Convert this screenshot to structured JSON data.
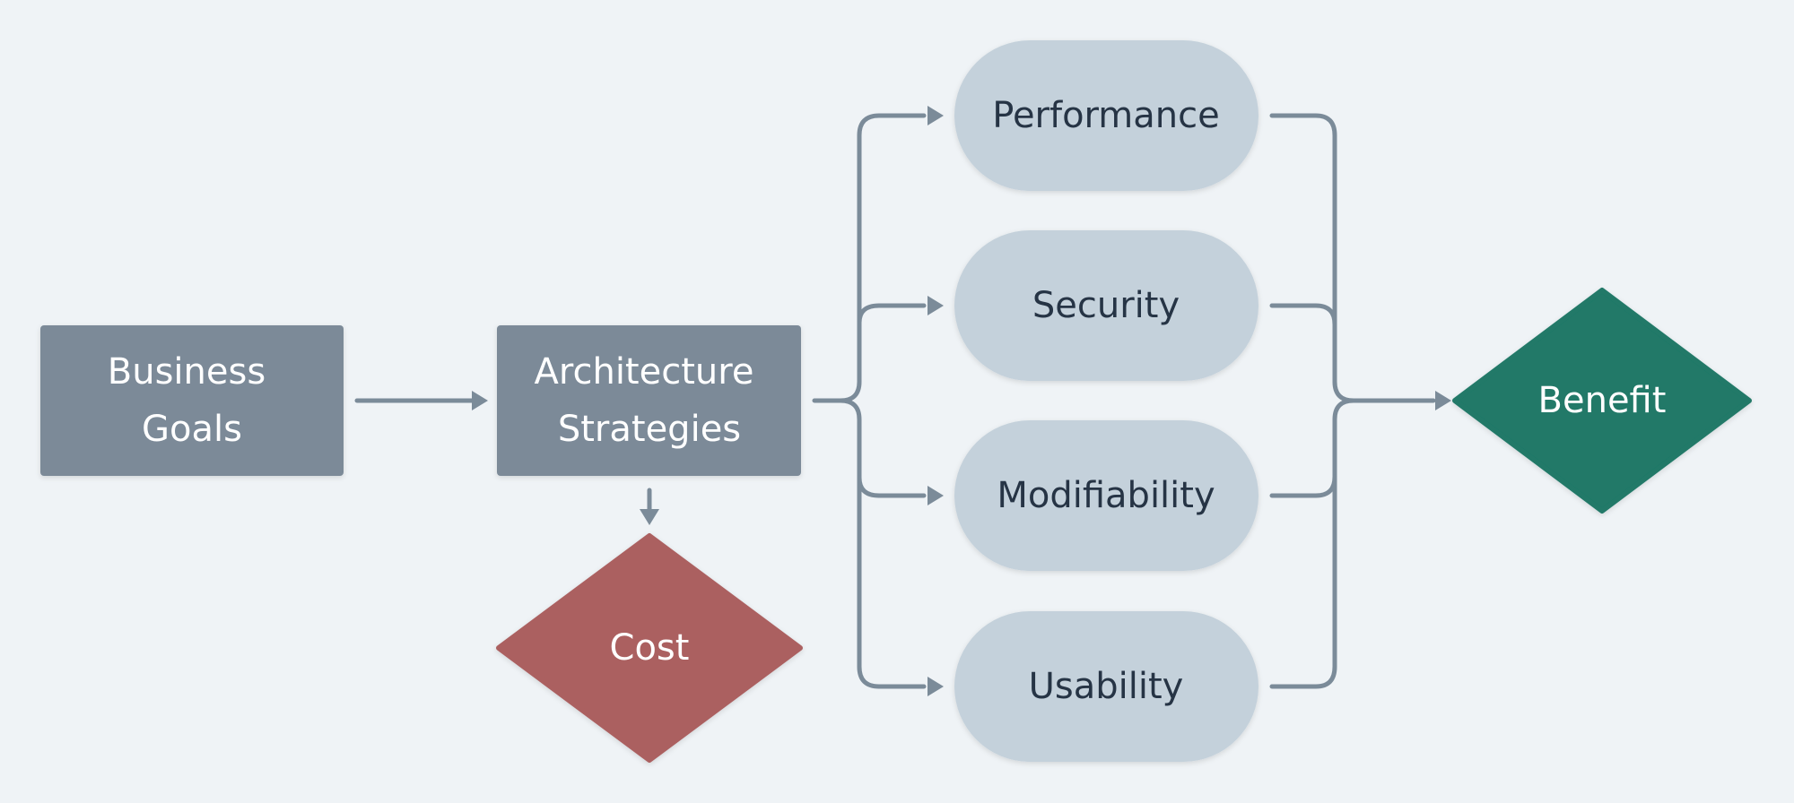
{
  "colors": {
    "background": "#eff3f6",
    "process_box": "#7b8a98",
    "quality_pill": "#c4d1db",
    "cost_diamond": "#ab6161",
    "benefit_diamond": "#207967",
    "connector": "#7b8b99"
  },
  "nodes": {
    "business_goals": {
      "line1": "Business",
      "line2": "Goals"
    },
    "architecture_strategies": {
      "line1": "Architecture",
      "line2": "Strategies"
    },
    "cost": {
      "label": "Cost"
    },
    "benefit": {
      "label": "Benefit"
    },
    "qualities": [
      {
        "label": "Performance"
      },
      {
        "label": "Security"
      },
      {
        "label": "Modifiability"
      },
      {
        "label": "Usability"
      }
    ]
  }
}
